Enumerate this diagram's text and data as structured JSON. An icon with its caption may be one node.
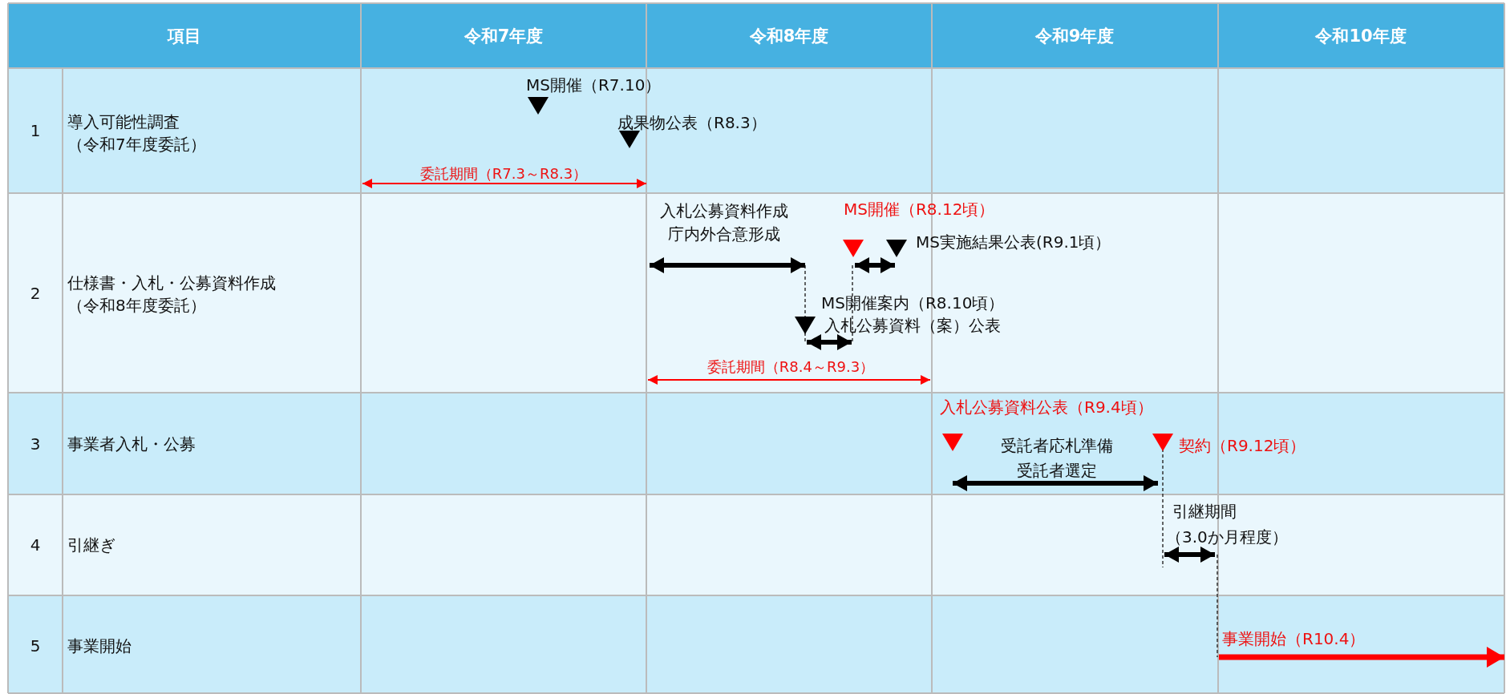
{
  "diagram": {
    "labels": [
      "項目",
      "令和7年度",
      "令和8年度",
      "令和9年度",
      "令和10年度",
      "1",
      "導入可能性調査",
      "（令和7年度委託）",
      "MS開催（R7.10）",
      "成果物公表（R8.3）",
      "委託期間（R7.3～R8.3）",
      "2",
      "仕様書・入札・公募資料作成",
      "（令和8年度委託）",
      "入札公募資料作成",
      "MS開催（R8.12頃）",
      "庁内外合意形成",
      "MS実施結果公表(R9.1頃）",
      "MS開催案内（R8.10頃）",
      "入札公募資料（案）公表",
      "委託期間（R8.4～R9.3）",
      "3",
      "事業者入札・公募",
      "入札公募資料公表（R9.4頃）",
      "受託者応札準備",
      "契約（R9.12頃）",
      "受託者選定",
      "4",
      "引継ぎ",
      "引継期間",
      "（3.0か月程度）",
      "5",
      "事業開始",
      "事業開始（R10.4）"
    ]
  }
}
